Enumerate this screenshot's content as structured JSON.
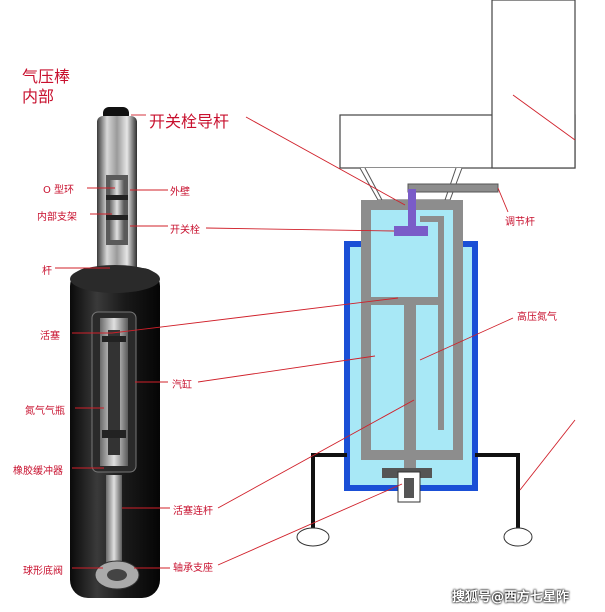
{
  "diagram": {
    "title_line1": "气压棒",
    "title_line2": "内部",
    "labels": {
      "switch_guide_rod": "开关栓导杆",
      "o_ring": "O 型环",
      "inner_bracket": "内部支架",
      "outer_wall": "外壁",
      "switch_plug": "开关栓",
      "rod": "杆",
      "piston": "活塞",
      "cylinder": "汽缸",
      "nitrogen_bottle": "氮气气瓶",
      "rubber_buffer": "橡胶缓冲器",
      "piston_rod": "活塞连杆",
      "ball_valve": "球形底阀",
      "bearing_support": "轴承支座",
      "adjust_rod": "调节杆",
      "high_pressure_nitrogen": "高压氮气"
    },
    "watermark": "搜狐号@西方七星阼"
  },
  "colors": {
    "label": "#c8102e",
    "leader": "#d0202a",
    "outer_cylinder": "#1a4fd6",
    "gas": "#a8e8f6",
    "rod": "#8d8d8d",
    "knob": "#7a5cc8"
  }
}
